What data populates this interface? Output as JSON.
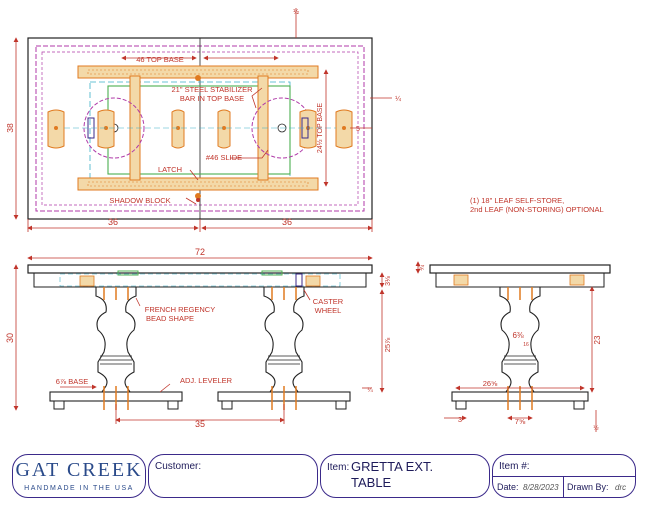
{
  "colors": {
    "line": "#222222",
    "red": "#c0352b",
    "orange": "#e07a20",
    "magenta": "#b03aa8",
    "cyan": "#3ab0c8",
    "green": "#4caf50",
    "purple": "#6a3aa8",
    "border_blue": "#3b2a8a"
  },
  "top_view": {
    "dims": {
      "depth": "38",
      "half_left": "36",
      "half_right": "36",
      "top_dim": "½",
      "right_dim": "¼",
      "right_mid": "5",
      "top_base_side": "24½ TOP BASE"
    },
    "labels": {
      "top_base": "46 TOP BASE",
      "stabilizer_1": "21\" STEEL STABILIZER",
      "stabilizer_2": "BAR IN TOP BASE",
      "slide": "#46 SLIDE",
      "latch": "LATCH",
      "shadow_block": "SHADOW BLOCK"
    }
  },
  "leaf_note": {
    "line1": "(1) 18\" LEAF SELF-STORE,",
    "line2": "2nd LEAF (NON-STORING) OPTIONAL"
  },
  "front_view": {
    "dims": {
      "length": "72",
      "height": "30",
      "pedestal_spacing": "35",
      "base": "6⅞ BASE",
      "apron": "3⅛",
      "leg_height": "25⅞",
      "small": "¼"
    },
    "labels": {
      "french_1": "FRENCH REGENCY",
      "french_2": "BEAD SHAPE",
      "caster_1": "CASTER",
      "caster_2": "WHEEL",
      "leveler": "ADJ. LEVELER"
    }
  },
  "side_view": {
    "dims": {
      "height": "23",
      "bead": "6⅜",
      "bead_sub": "16",
      "base_width": "26⅝",
      "foot": "3",
      "center": "7⅝",
      "top_dim": "¾",
      "bottom_dim": "½"
    }
  },
  "title_block": {
    "brand": "Gat Creek",
    "tagline": "HANDMADE IN THE USA",
    "customer_label": "Customer:",
    "customer_value": "",
    "item_label": "Item:",
    "item_value_1": "GRETTA EXT.",
    "item_value_2": "TABLE",
    "item_no_label": "Item #:",
    "item_no_value": "",
    "date_label": "Date:",
    "date_value": "8/28/2023",
    "drawn_label": "Drawn By:",
    "drawn_value": "drc"
  }
}
